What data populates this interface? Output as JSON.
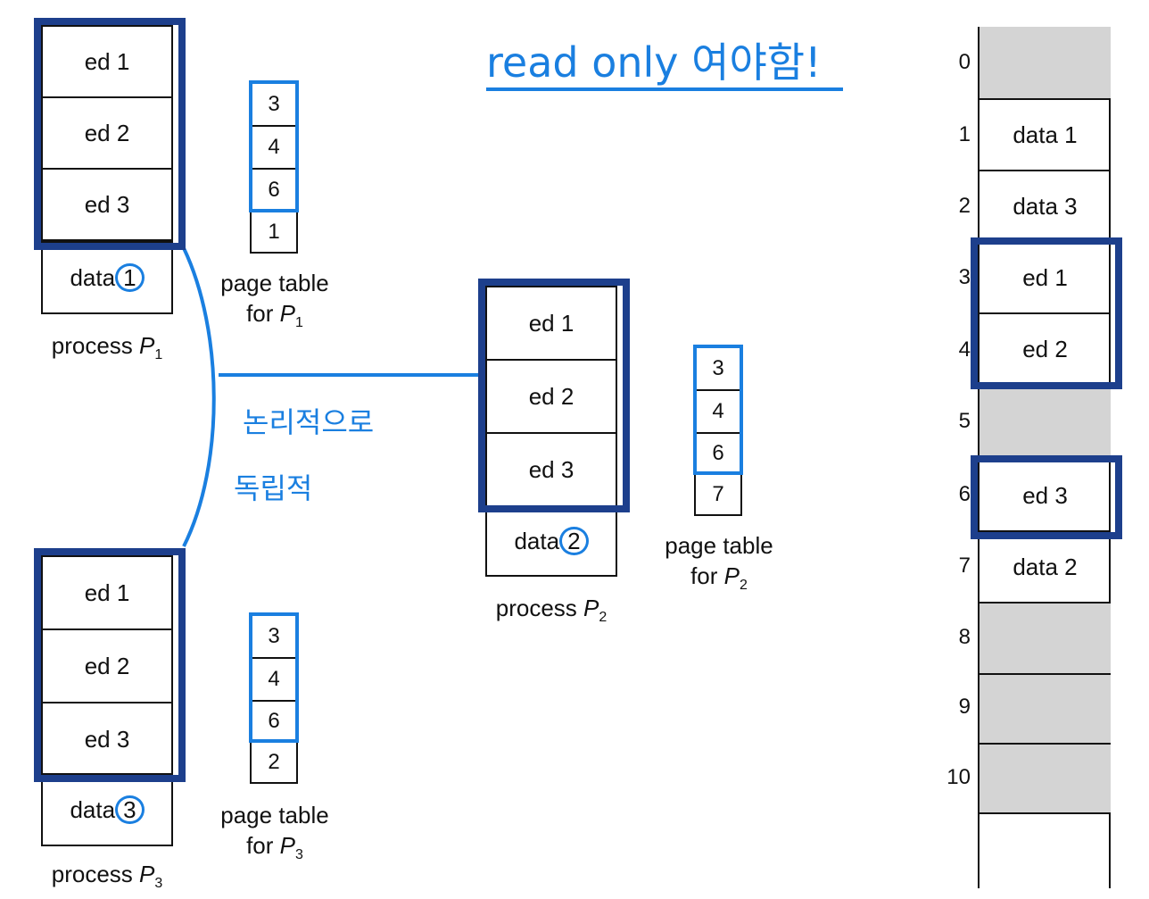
{
  "annotations": {
    "read_only": "read only 여야함!",
    "logically_1": "논리적으로",
    "logically_2": "독립적"
  },
  "process1": {
    "pages": [
      "ed 1",
      "ed 2",
      "ed 3"
    ],
    "data_prefix": "data",
    "data_num": "1",
    "caption_text": "process ",
    "caption_var": "P",
    "caption_sub": "1"
  },
  "process2": {
    "pages": [
      "ed 1",
      "ed 2",
      "ed 3"
    ],
    "data_prefix": "data",
    "data_num": "2",
    "caption_text": "process ",
    "caption_var": "P",
    "caption_sub": "2"
  },
  "process3": {
    "pages": [
      "ed 1",
      "ed 2",
      "ed 3"
    ],
    "data_prefix": "data",
    "data_num": "3",
    "caption_text": "process ",
    "caption_var": "P",
    "caption_sub": "3"
  },
  "pagetable1": {
    "entries": [
      "3",
      "4",
      "6",
      "1"
    ],
    "label_line1": "page table",
    "label_for": "for ",
    "label_var": "P",
    "label_sub": "1"
  },
  "pagetable2": {
    "entries": [
      "3",
      "4",
      "6",
      "7"
    ],
    "label_line1": "page table",
    "label_for": "for ",
    "label_var": "P",
    "label_sub": "2"
  },
  "pagetable3": {
    "entries": [
      "3",
      "4",
      "6",
      "2"
    ],
    "label_line1": "page table",
    "label_for": "for ",
    "label_var": "P",
    "label_sub": "3"
  },
  "memory": {
    "frame_numbers": [
      "0",
      "1",
      "2",
      "3",
      "4",
      "5",
      "6",
      "7",
      "8",
      "9",
      "10"
    ],
    "frames": [
      "",
      "data 1",
      "data 3",
      "ed 1",
      "ed 2",
      "",
      "ed 3",
      "data 2",
      "",
      "",
      ""
    ]
  },
  "colors": {
    "highlight_dark": "#1d3f8c",
    "highlight_blue": "#1a7fe0",
    "free_frame": "#d4d4d4"
  }
}
